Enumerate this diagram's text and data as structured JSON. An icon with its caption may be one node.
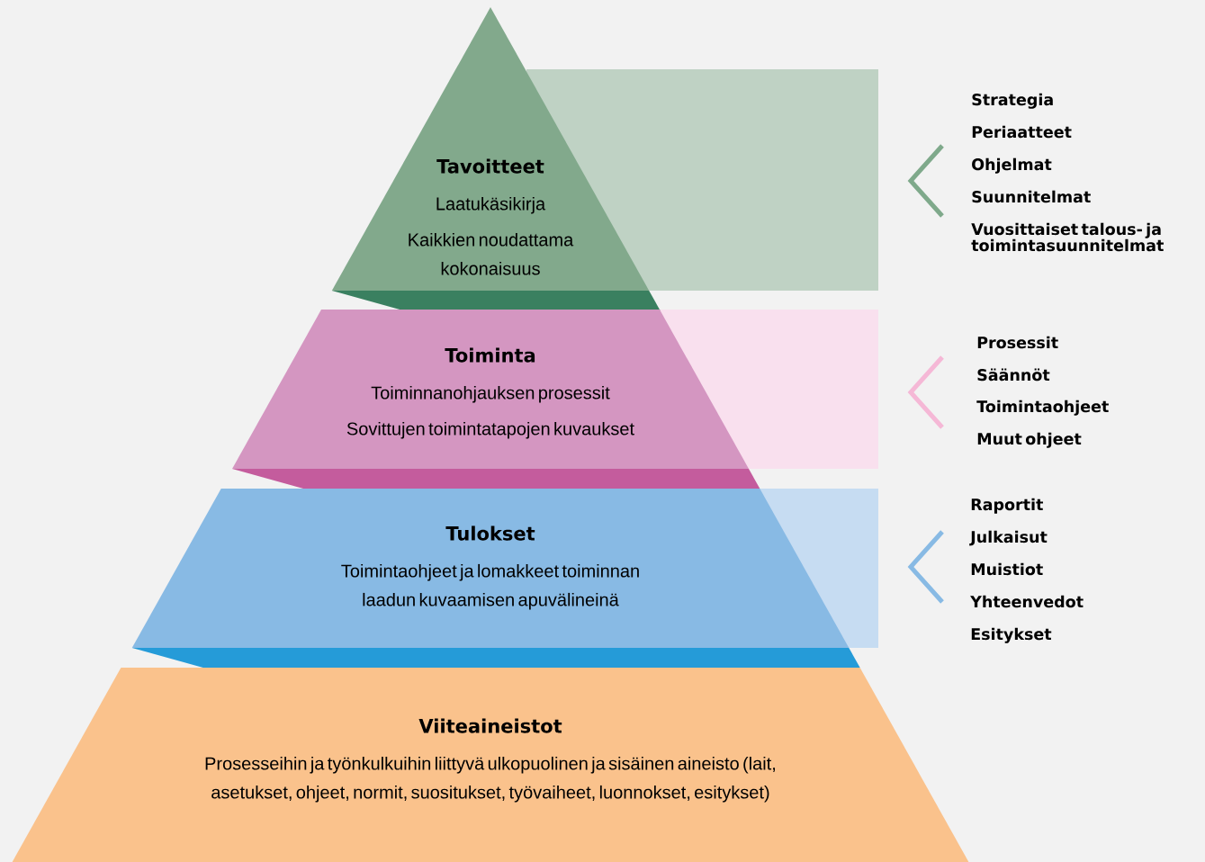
{
  "diagram": {
    "nodes": [
      {
        "text": [
          "Tavoitteet",
          "Laatukäsikirja",
          "Kaikkien noudattama kokonaisuus"
        ]
      },
      {
        "text": [
          "Toiminta",
          "Toiminnanohjauksen prosessit",
          "Sovittujen toimintatapojen kuvaukset"
        ]
      },
      {
        "text": [
          "Tulokset",
          "Toimintaohjeet ja lomakkeet toiminnan laadun kuvaamisen apuvälineinä"
        ]
      },
      {
        "text": [
          "Viiteaineistot",
          "Prosesseihin ja työnkulkuihin liittyvä ulkopuolinen ja sisäinen aineisto (lait, asetukset, ohjeet, normit, suositukset, työvaiheet, luonnokset, esitykset)"
        ]
      }
    ],
    "labels": [
      "Strategia",
      "Periaatteet",
      "Ohjelmat",
      "Suunnitelmat",
      "Vuosittaiset talous- ja toimintasuunnitelmat",
      "Prosessit",
      "Säännöt",
      "Toimintaohjeet",
      "Muut ohjeet",
      "Raportit",
      "Julkaisut",
      "Muistiot",
      "Yhteenvedot",
      "Esitykset"
    ]
  }
}
